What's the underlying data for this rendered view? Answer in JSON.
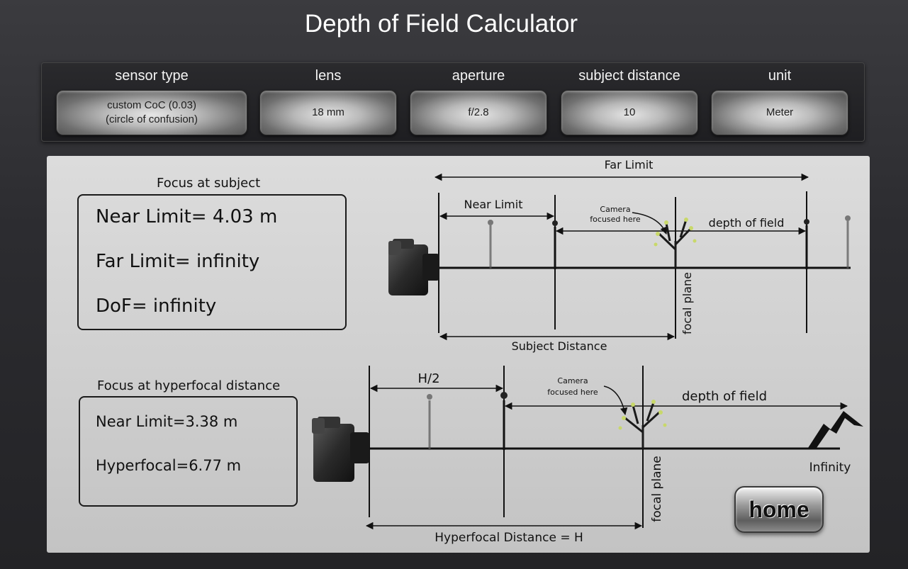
{
  "app_title": "Depth of Field Calculator",
  "controls": {
    "sensor_type": {
      "label": "sensor type",
      "value_line1": "custom CoC (0.03)",
      "value_line2": "(circle of confusion)"
    },
    "lens": {
      "label": "lens",
      "value": "18 mm"
    },
    "aperture": {
      "label": "aperture",
      "value": "f/2.8"
    },
    "subject_distance": {
      "label": "subject distance",
      "value": "10"
    },
    "unit": {
      "label": "unit",
      "value": "Meter"
    }
  },
  "subject_focus": {
    "title": "Focus at subject",
    "near_limit": "Near Limit= 4.03 m",
    "far_limit": "Far Limit= infinity",
    "dof": "DoF= infinity"
  },
  "hyperfocal_focus": {
    "title": "Focus at hyperfocal distance",
    "near_limit": "Near Limit=3.38 m",
    "hyperfocal": "Hyperfocal=6.77 m"
  },
  "diagram_top": {
    "far_limit": "Far Limit",
    "near_limit": "Near Limit",
    "camera_focused_line1": "Camera",
    "camera_focused_line2": "focused here",
    "depth_of_field": "depth of field",
    "focal_plane": "focal plane",
    "subject_distance": "Subject Distance"
  },
  "diagram_bottom": {
    "half_h": "H/2",
    "camera_focused_line1": "Camera",
    "camera_focused_line2": "focused here",
    "depth_of_field": "depth of field",
    "focal_plane": "focal plane",
    "infinity": "Infinity",
    "hyperfocal_distance": "Hyperfocal Distance = H"
  },
  "home_button": "home"
}
